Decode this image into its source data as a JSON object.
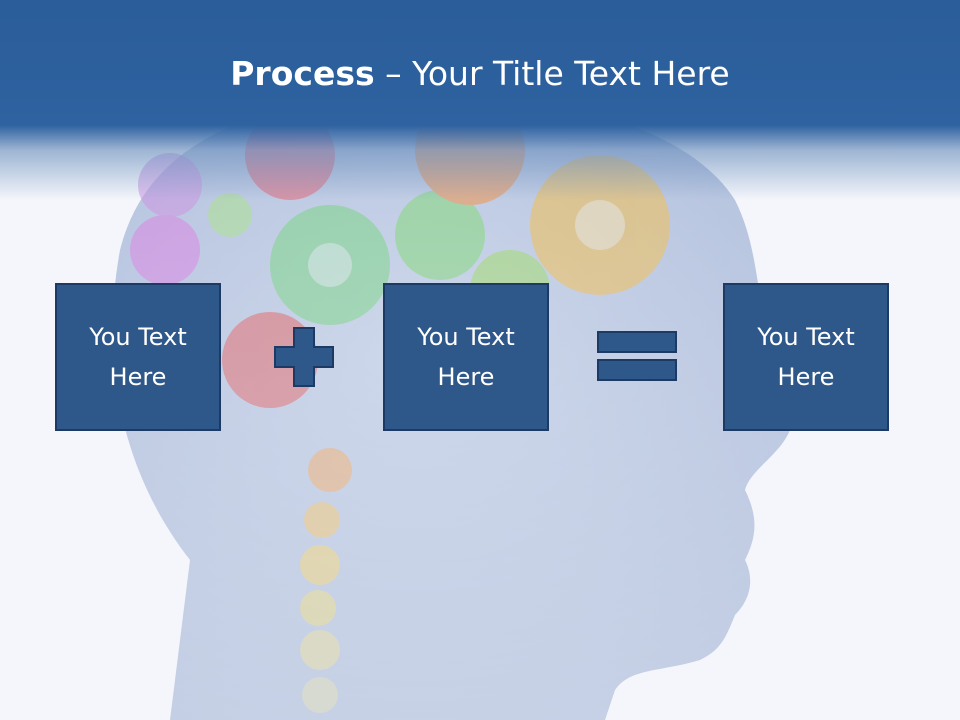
{
  "slide": {
    "title_bold": "Process",
    "title_rest": " – Your Title Text Here"
  },
  "boxes": [
    {
      "text": "You Text Here"
    },
    {
      "text": "You Text Here"
    },
    {
      "text": "You Text Here"
    }
  ],
  "operators": [
    "plus-icon",
    "equals-icon"
  ],
  "colors": {
    "header": "#2e62a0",
    "box_fill": "#2e578a",
    "box_border": "#1c3a63",
    "background": "#f4f6fb"
  }
}
